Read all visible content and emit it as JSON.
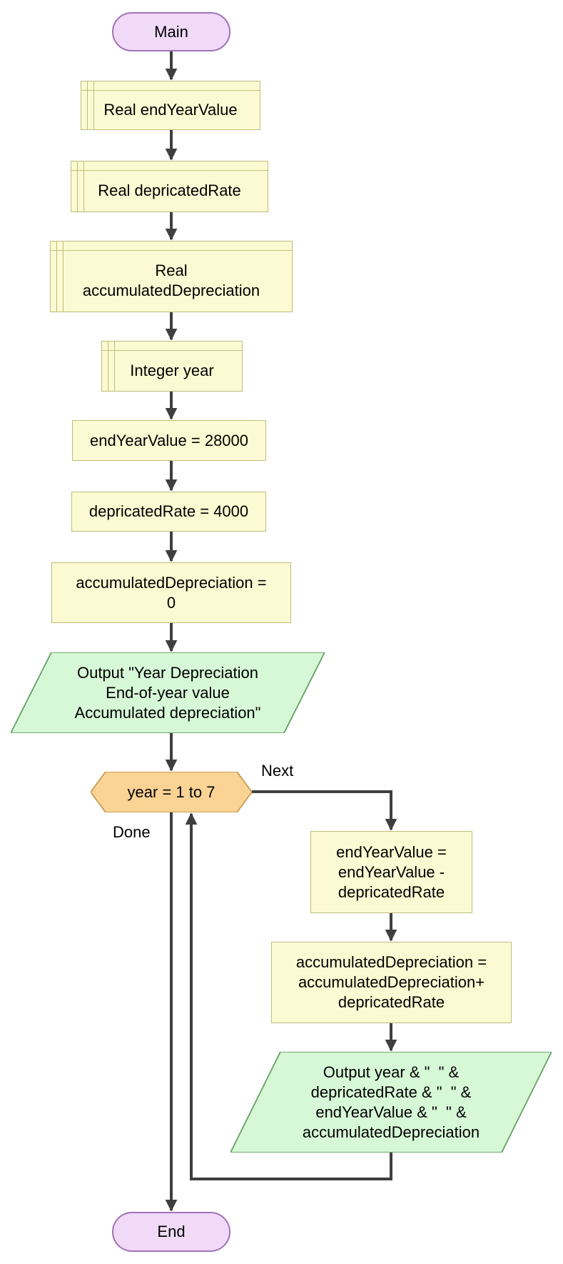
{
  "flowchart": {
    "nodes": {
      "main": {
        "type": "terminal",
        "label": "Main"
      },
      "declare_end_year_value": {
        "type": "declare",
        "lines": [
          "Real endYearValue"
        ]
      },
      "declare_depricated_rate": {
        "type": "declare",
        "lines": [
          "Real depricatedRate"
        ]
      },
      "declare_accumulated_depreciation": {
        "type": "declare",
        "lines": [
          "Real",
          "accumulatedDepreciation"
        ]
      },
      "declare_year": {
        "type": "declare",
        "lines": [
          "Integer year"
        ]
      },
      "assign_end_year_value": {
        "type": "assign",
        "lines": [
          "endYearValue = 28000"
        ]
      },
      "assign_depricated_rate": {
        "type": "assign",
        "lines": [
          "depricatedRate = 4000"
        ]
      },
      "assign_accumulated_depreciation": {
        "type": "assign",
        "lines": [
          "accumulatedDepreciation =",
          "0"
        ]
      },
      "output_header": {
        "type": "output",
        "lines": [
          "Output \"Year Depreciation",
          "End-of-year value",
          "Accumulated depreciation\""
        ]
      },
      "for_loop": {
        "type": "loop",
        "label": "year = 1 to 7"
      },
      "loop_assign_end_year_value": {
        "type": "assign",
        "lines": [
          "endYearValue =",
          "endYearValue -",
          "depricatedRate"
        ]
      },
      "loop_assign_accumulated_depreciation": {
        "type": "assign",
        "lines": [
          "accumulatedDepreciation =",
          "accumulatedDepreciation+",
          "depricatedRate"
        ]
      },
      "loop_output": {
        "type": "output",
        "lines": [
          "Output year & \"  \" &",
          "depricatedRate & \"  \" &",
          "endYearValue & \"  \" &",
          "accumulatedDepreciation"
        ]
      },
      "end": {
        "type": "terminal",
        "label": "End"
      }
    },
    "edge_labels": {
      "next": "Next",
      "done": "Done"
    },
    "colors": {
      "statement_fill": "#FBFAD2",
      "statement_border": "#BFBD7B",
      "output_fill": "#D7F8D7",
      "output_border": "#63A063",
      "terminal_fill": "#F0DAF8",
      "terminal_border": "#A273B6",
      "loop_fill": "#FAD395",
      "loop_border": "#C79B52",
      "connector": "#3F3F3F",
      "background": "#FFFFFF",
      "text": "#000000"
    }
  }
}
